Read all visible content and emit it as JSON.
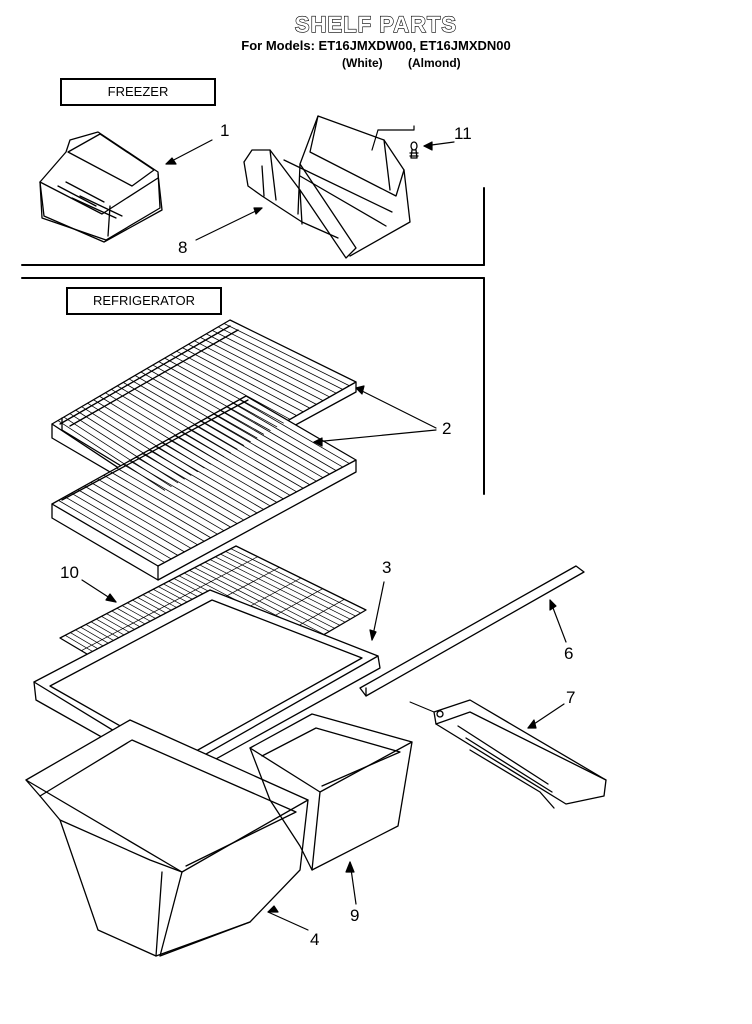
{
  "header": {
    "title": "SHELF PARTS",
    "models_line": "For Models: ET16JMXDW00, ET16JMXDN00",
    "variant_white": "(White)",
    "variant_almond": "(Almond)"
  },
  "sections": {
    "freezer": "FREEZER",
    "refrigerator": "REFRIGERATOR"
  },
  "callouts": {
    "c1": "1",
    "c2": "2",
    "c3": "3",
    "c4": "4",
    "c6": "6",
    "c7": "7",
    "c8": "8",
    "c9": "9",
    "c10": "10",
    "c11": "11"
  }
}
